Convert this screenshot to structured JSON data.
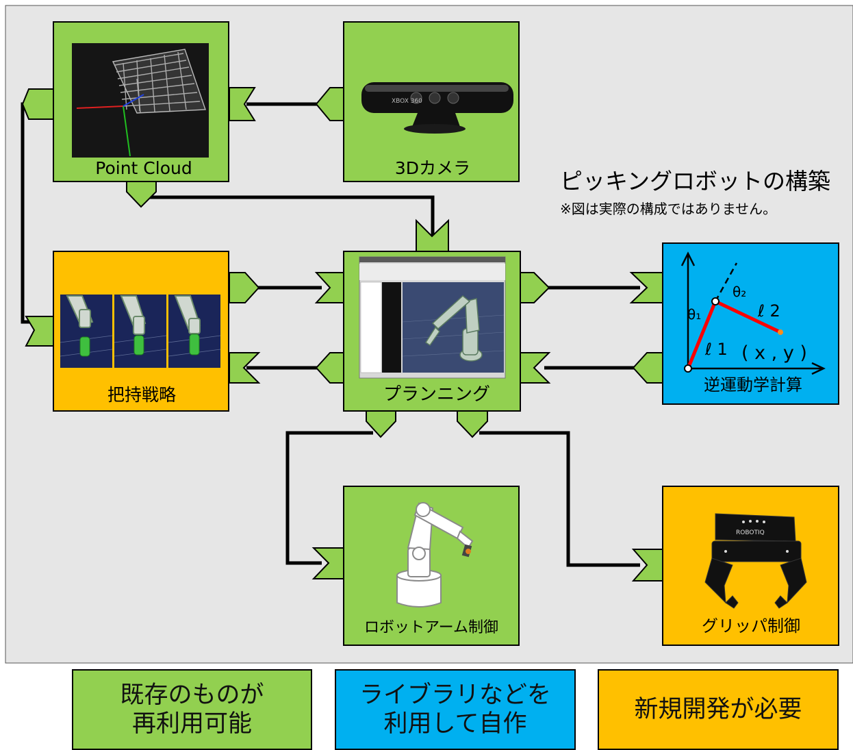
{
  "colors": {
    "background": "#e6e6e6",
    "existing": "#92d050",
    "library": "#00b0f0",
    "new_dev": "#ffc000",
    "arm_red": "#ff0000",
    "point_orange": "#ff8c1a"
  },
  "title": "ピッキングロボットの構築",
  "subtitle": "※図は実際の構成ではありません。",
  "nodes": {
    "point_cloud": "Point Cloud",
    "camera": "3Dカメラ",
    "grasp": "把持戦略",
    "planning": "プランニング",
    "ik": "逆運動学計算",
    "arm": "ロボットアーム制御",
    "gripper": "グリッパ制御"
  },
  "ik_diagram": {
    "theta1": "θ₁",
    "theta2": "θ₂",
    "l1": "ℓ 1",
    "l2": "ℓ 2",
    "xy": "( x , y )"
  },
  "legend": {
    "existing": "既存のものが\n再利用可能",
    "library": "ライブラリなどを\n利用して自作",
    "new_dev": "新規開発が必要"
  },
  "icons": [
    "point-cloud-image",
    "3d-camera-image",
    "grasp-sequence-image",
    "planning-software-image",
    "robot-arm-illustration",
    "robotiq-gripper-image"
  ]
}
